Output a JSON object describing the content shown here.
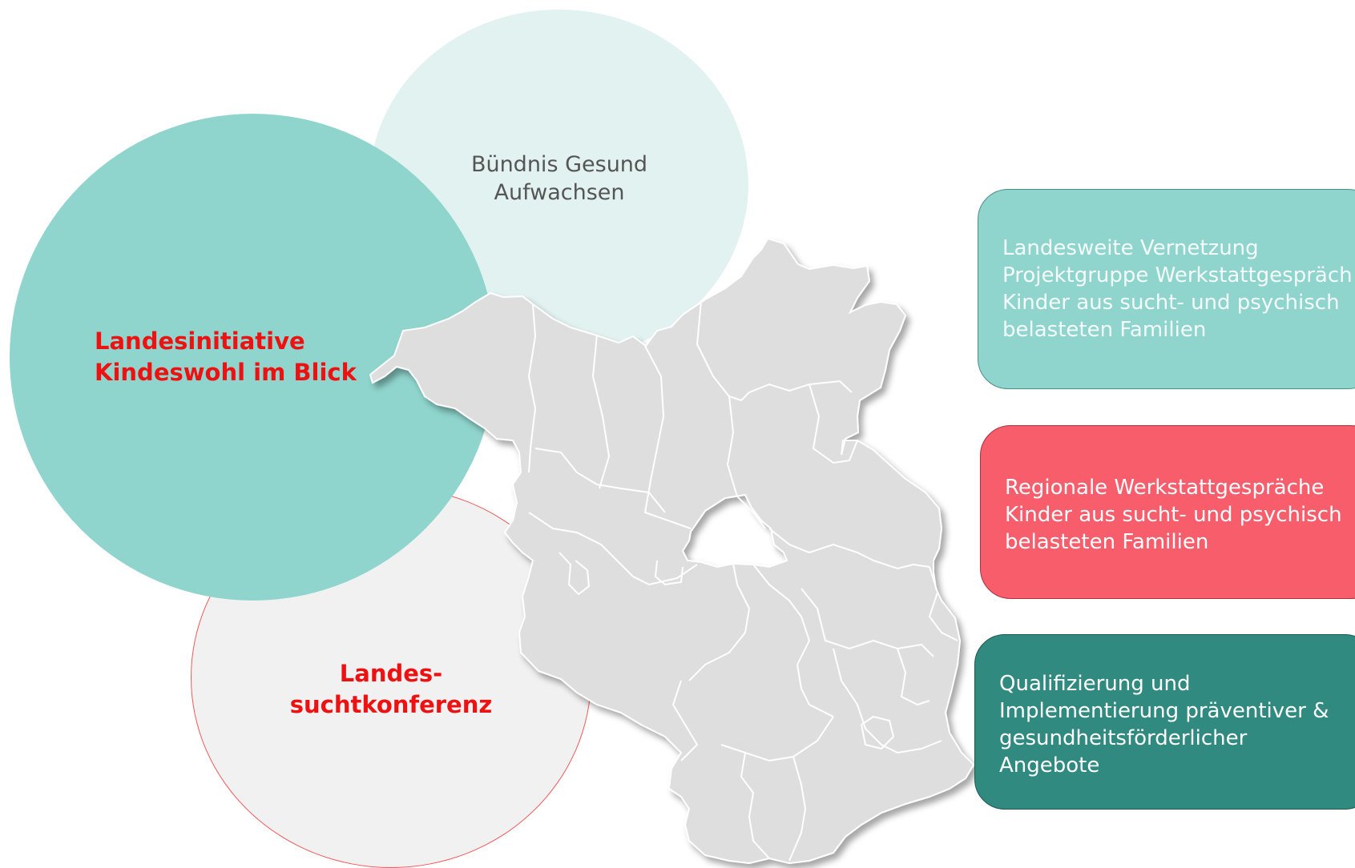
{
  "circles": {
    "buendnis": {
      "line1": "Bündnis Gesund",
      "line2": "Aufwachsen"
    },
    "initiative": {
      "line1": "Landesinitiative",
      "line2": "Kindeswohl im Blick"
    },
    "sucht": {
      "line1": "Landes-",
      "line2": "suchtkonferenz"
    }
  },
  "boxes": [
    {
      "lines": [
        "Landesweite Vernetzung",
        "Projektgruppe Werkstattgespräch",
        "Kinder aus sucht- und psychisch",
        "belasteten Familien"
      ]
    },
    {
      "lines": [
        "Regionale Werkstattgespräche",
        "Kinder aus sucht- und psychisch",
        "belasteten Familien"
      ]
    },
    {
      "lines": [
        "Qualifizierung und",
        "Implementierung präventiver &",
        "gesundheitsförderlicher",
        "Angebote"
      ]
    }
  ],
  "colors": {
    "teal_light": "#8fd5cd",
    "mint_pale": "#e2f2f0",
    "grey_pale": "#f1f1f1",
    "red_text": "#ee1111",
    "red_box": "#f75d6b",
    "teal_dark": "#318a80",
    "map_fill": "#dedede"
  }
}
